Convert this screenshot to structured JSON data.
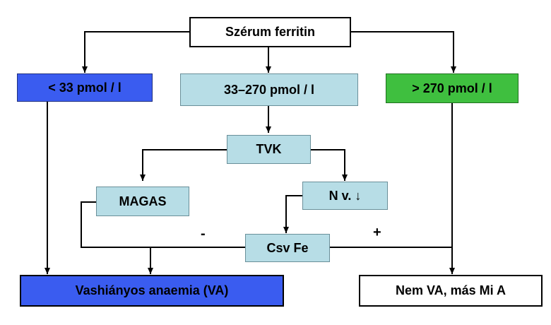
{
  "nodes": {
    "root": {
      "label": "Szérum ferritin"
    },
    "low": {
      "label": "< 33 pmol / l",
      "color": "#3a5cf0"
    },
    "mid": {
      "label": "33–270 pmol / l",
      "color": "#b7dde6"
    },
    "high": {
      "label": "> 270 pmol / l",
      "color": "#3fbf3f"
    },
    "tvk": {
      "label": "TVK",
      "color": "#b7dde6"
    },
    "magas": {
      "label": "MAGAS",
      "color": "#b7dde6"
    },
    "nv": {
      "label": "N v. ↓",
      "color": "#b7dde6"
    },
    "csvfe": {
      "label": "Csv Fe",
      "color": "#b7dde6"
    },
    "va": {
      "label": "Vashiányos anaemia (VA)",
      "color": "#3a5cf0"
    },
    "nemva": {
      "label": "Nem VA, más Mi A"
    }
  },
  "edge_labels": {
    "minus": "-",
    "plus": "+"
  }
}
